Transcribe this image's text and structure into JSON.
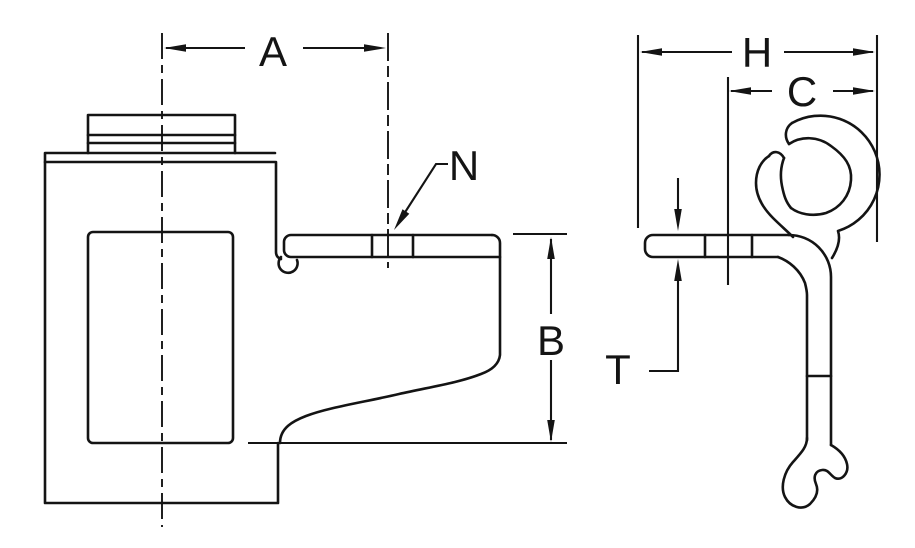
{
  "diagram": {
    "type": "engineering-dimension-drawing",
    "views": [
      {
        "id": "front-view",
        "features": [
          "canister-body",
          "top-boss",
          "flange",
          "window-slot",
          "mounting-arm",
          "crimp-notch",
          "s-curve-profile"
        ],
        "dimension_labels": [
          "A",
          "B"
        ],
        "leader_labels": [
          "N"
        ]
      },
      {
        "id": "side-view",
        "features": [
          "mounting-arm-profile",
          "cable-clip-loop",
          "free-end-curl",
          "riser",
          "hooked-foot"
        ],
        "dimension_labels": [
          "H",
          "C",
          "T"
        ]
      }
    ],
    "labels": {
      "A": "A",
      "B": "B",
      "N": "N",
      "H": "H",
      "C": "C",
      "T": "T"
    },
    "colors": {
      "line": "#141414",
      "background": "#ffffff"
    }
  }
}
